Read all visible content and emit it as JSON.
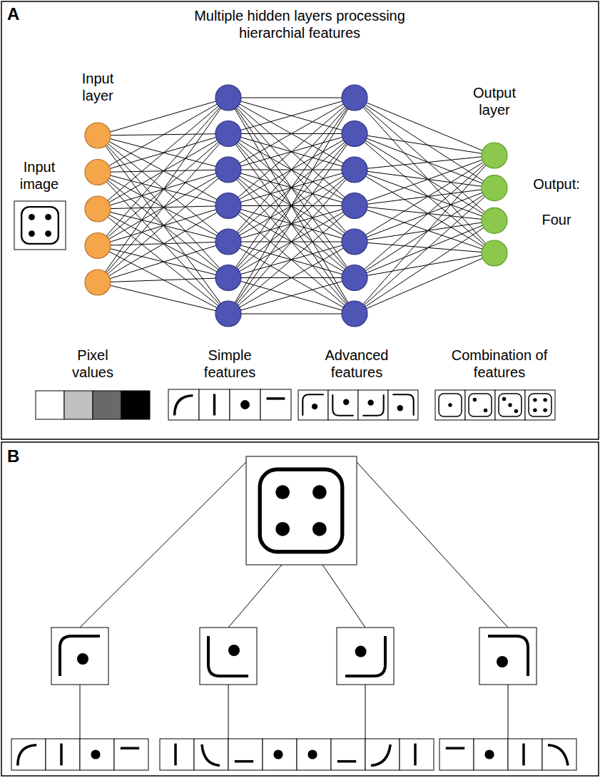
{
  "diagram": {
    "labels": [
      "A",
      "Multiple hidden layers processing hierarchial features",
      "Input layer",
      "Input image",
      "Output layer",
      "Output:",
      "Four",
      "Pixel values",
      "Simple features",
      "Advanced features",
      "Combination of features",
      "B"
    ]
  }
}
